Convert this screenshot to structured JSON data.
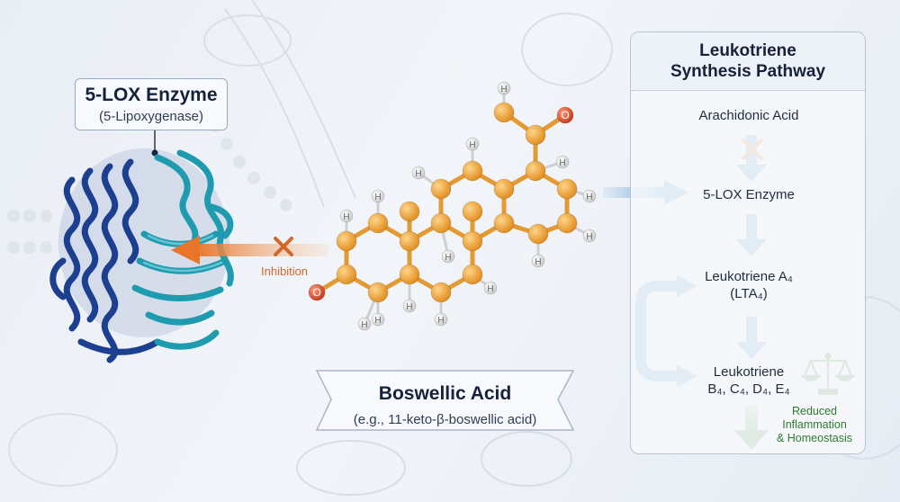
{
  "enzyme": {
    "title": "5-LOX Enzyme",
    "subtitle": "(5-Lipoxygenase)"
  },
  "inhibition_label": "Inhibition",
  "compound": {
    "title": "Boswellic Acid",
    "subtitle": "(e.g., 11-keto-β-boswellic acid)"
  },
  "atom_labels": {
    "hydrogen": "H",
    "oxygen": "O"
  },
  "pathway": {
    "title_line1": "Leukotriene",
    "title_line2": "Synthesis Pathway",
    "steps": [
      {
        "line1": "Arachidonic Acid"
      },
      {
        "line1": "5-LOX Enzyme"
      },
      {
        "line1": "Leukotriene A₄",
        "line2": "(LTA₄)"
      },
      {
        "line1": "Leukotriene",
        "line2": "B₄, C₄, D₄, E₄"
      }
    ],
    "outcome": {
      "line1": "Reduced",
      "line2": "Inflammation",
      "line3": "& Homeostasis",
      "icon": "balance-scale-icon"
    }
  },
  "colors": {
    "enzyme_dark": "#1d3f8f",
    "enzyme_teal": "#1f9bb0",
    "inhibition": "#e8752a",
    "pathway_arrow": "#4f93cc",
    "outcome_green": "#3a8f3a",
    "carbon": "#f0a23a",
    "oxygen": "#e04b2a"
  }
}
